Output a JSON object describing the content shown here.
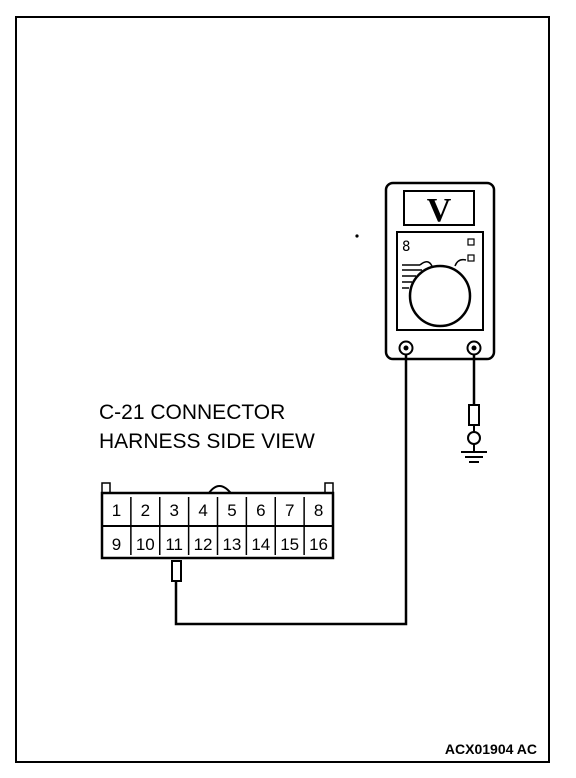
{
  "connector": {
    "title_line1": "C-21 CONNECTOR",
    "title_line2": "HARNESS SIDE VIEW",
    "top_row": [
      "1",
      "2",
      "3",
      "4",
      "5",
      "6",
      "7",
      "8"
    ],
    "bottom_row": [
      "9",
      "10",
      "11",
      "12",
      "13",
      "14",
      "15",
      "16"
    ],
    "probed_pin": "11"
  },
  "meter": {
    "display": "V",
    "mode_digit": "8"
  },
  "figure_code": "ACX01904 AC"
}
